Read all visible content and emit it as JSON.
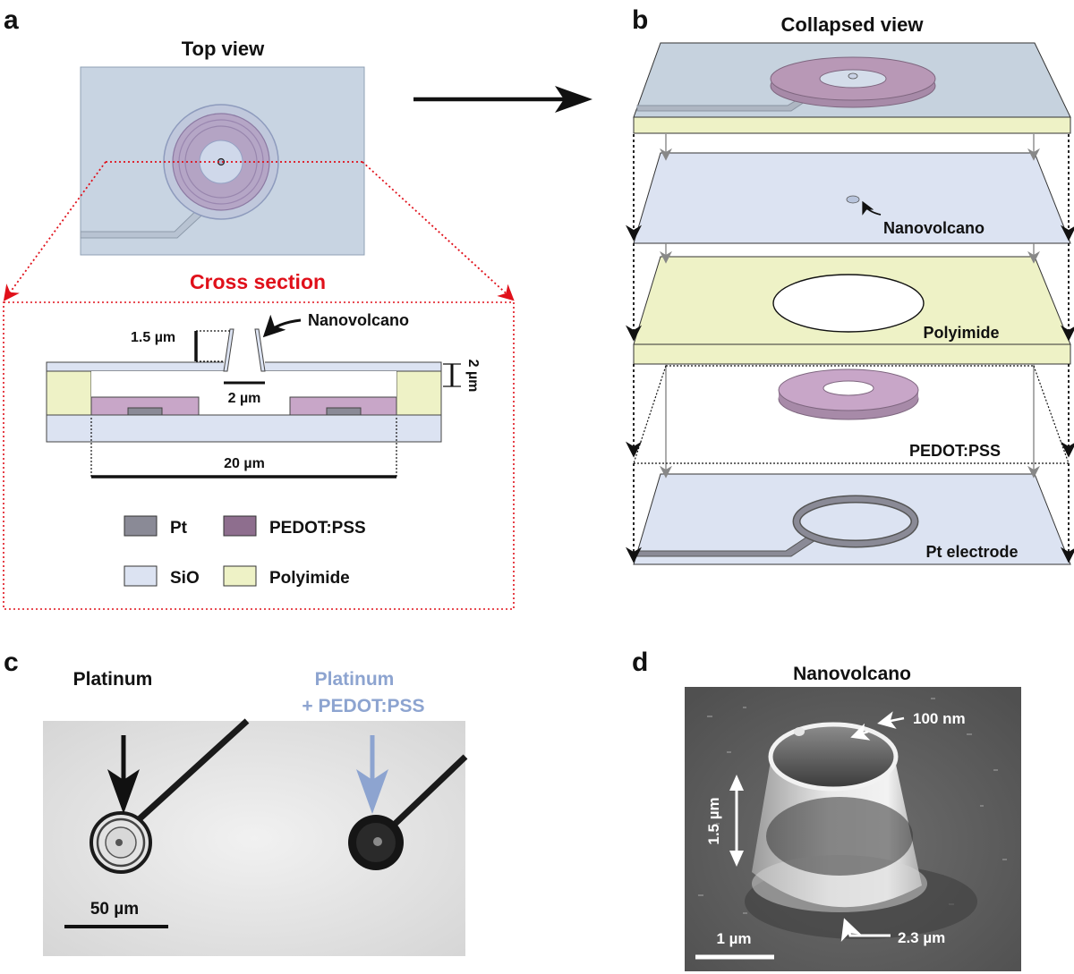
{
  "panels": {
    "a": {
      "letter": "a",
      "top_view_title": "Top view",
      "cross_section_title": "Cross section",
      "nanovolcano_label": "Nanovolcano",
      "height_label": "1.5 µm",
      "thickness_label": "2 µm",
      "opening_label": "2 µm",
      "width_label": "20 µm",
      "legend": [
        {
          "name": "Pt",
          "color": "#8a8a96"
        },
        {
          "name": "PEDOT:PSS",
          "color": "#8e6e8e"
        },
        {
          "name": "SiO",
          "color": "#dce3f2"
        },
        {
          "name": "Polyimide",
          "color": "#eef2c6"
        }
      ]
    },
    "b": {
      "letter": "b",
      "title": "Collapsed view",
      "layers": {
        "nanovolcano": "Nanovolcano",
        "polyimide": "Polyimide",
        "pedot": "PEDOT:PSS",
        "pt": "Pt electrode"
      }
    },
    "c": {
      "letter": "c",
      "label_left": "Platinum",
      "label_right_line1": "Platinum",
      "label_right_line2": "+ PEDOT:PSS",
      "scale_label": "50 µm"
    },
    "d": {
      "letter": "d",
      "title": "Nanovolcano",
      "wall_label": "100 nm",
      "height_label": "1.5 µm",
      "diameter_label": "2.3 µm",
      "scale_label": "1 µm"
    }
  },
  "colors": {
    "sio": "#dce3f2",
    "polyimide": "#eef2c6",
    "pedot": "#c8a6c8",
    "pt": "#8a8a96",
    "cross_section": "#e0101a",
    "platinum_plus": "#8da4d0"
  }
}
